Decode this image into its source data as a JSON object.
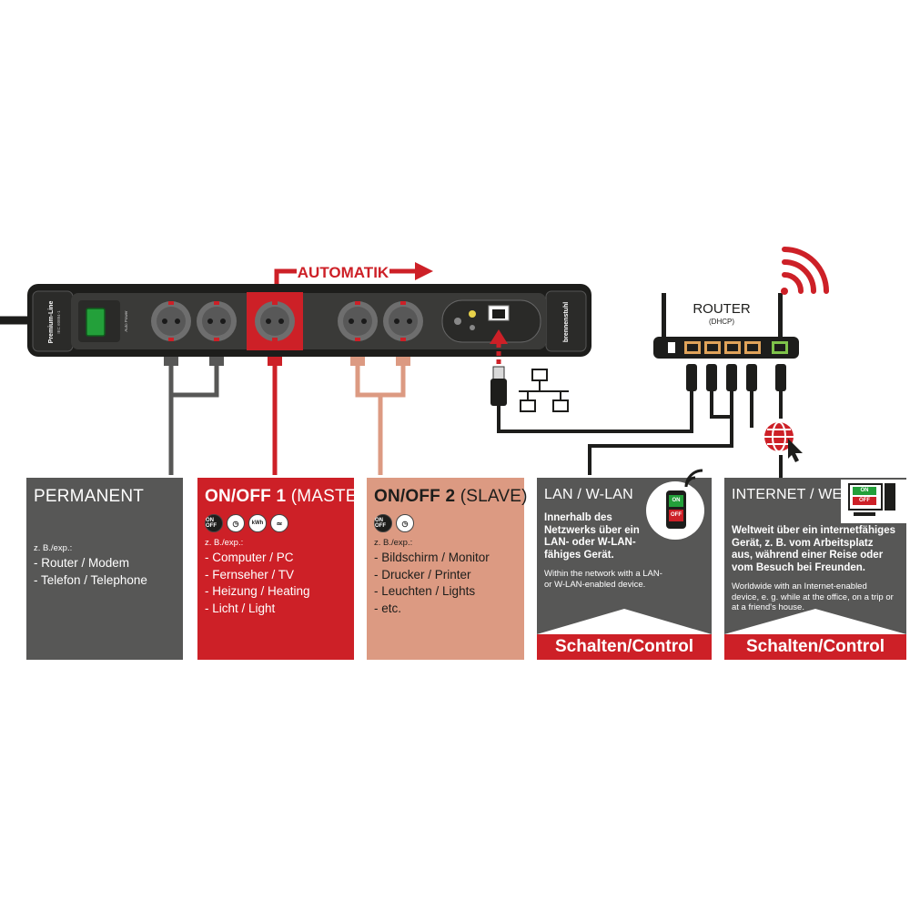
{
  "strip": {
    "brand_label": "Premium-Line",
    "brand_sub": "IEC 60884-1",
    "logo_text": "brennenstuhl",
    "switch_label": "Auto Power"
  },
  "automatik_label": "AUTOMATIK",
  "router": {
    "title": "ROUTER",
    "sub": "(DHCP)"
  },
  "boxes": {
    "permanent": {
      "title": "PERMANENT",
      "example_label": "z. B./exp.:",
      "items": [
        "Router / Modem",
        "Telefon / Telephone"
      ]
    },
    "master": {
      "title_bold": "ON/OFF 1",
      "title_rest": " (MASTER)",
      "example_label": "z. B./exp.:",
      "items": [
        "Computer / PC",
        "Fernseher / TV",
        "Heizung / Heating",
        "Licht / Light"
      ],
      "icons": [
        "ON OFF",
        "clock",
        "kWh",
        "temperature"
      ]
    },
    "slave": {
      "title_bold": "ON/OFF 2",
      "title_rest": " (SLAVE)",
      "example_label": "z. B./exp.:",
      "items": [
        "Bildschirm / Monitor",
        "Drucker / Printer",
        "Leuchten / Lights",
        "etc."
      ],
      "icons": [
        "ON OFF",
        "clock"
      ]
    },
    "lan": {
      "title": "LAN / W-LAN",
      "text_de": "Innerhalb des Netzwerks über ein LAN- oder W-LAN-fähiges Gerät.",
      "text_en": "Within the network with a LAN- or W-LAN-enabled device.",
      "control": "Schalten/Control",
      "phone_on": "ON",
      "phone_off": "OFF"
    },
    "internet": {
      "title": "INTERNET / WEB",
      "text_de": "Weltweit über ein internetfähiges Gerät, z. B. vom Arbeitsplatz aus, während einer Reise oder vom Besuch bei Freunden.",
      "text_en": "Worldwide with an Internet-enabled device, e. g. while at the office, on a trip or at a friend's house.",
      "control": "Schalten/Control",
      "monitor_on": "ON",
      "monitor_off": "OFF"
    }
  },
  "colors": {
    "dark_gray": "#575756",
    "red": "#cd2027",
    "salmon": "#dc9a82",
    "strip_black": "#1d1d1b",
    "socket_gray": "#6e6e6e"
  }
}
